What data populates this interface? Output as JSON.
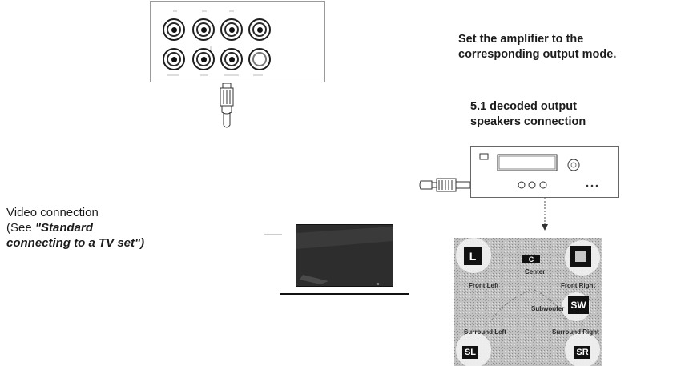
{
  "instruction": {
    "line1": "Set the amplifier to the",
    "line2": "corresponding output mode."
  },
  "section": {
    "title_line1": "5.1 decoded output",
    "title_line2": "speakers connection"
  },
  "video_connection": {
    "line1": "Video connection",
    "line2_prefix": "(See ",
    "line2_emph": "\"Standard",
    "line3": "connecting to a TV set\")"
  },
  "speakers": {
    "front_left": "Front Left",
    "center": "Center",
    "front_right": "Front Right",
    "subwoofer": "Subwoofer",
    "surround_left": "Surround Left",
    "surround_right": "Surround Right",
    "icon_L": "L",
    "icon_C": "C",
    "icon_SW": "SW",
    "icon_SL": "SL",
    "icon_SR": "SR"
  }
}
